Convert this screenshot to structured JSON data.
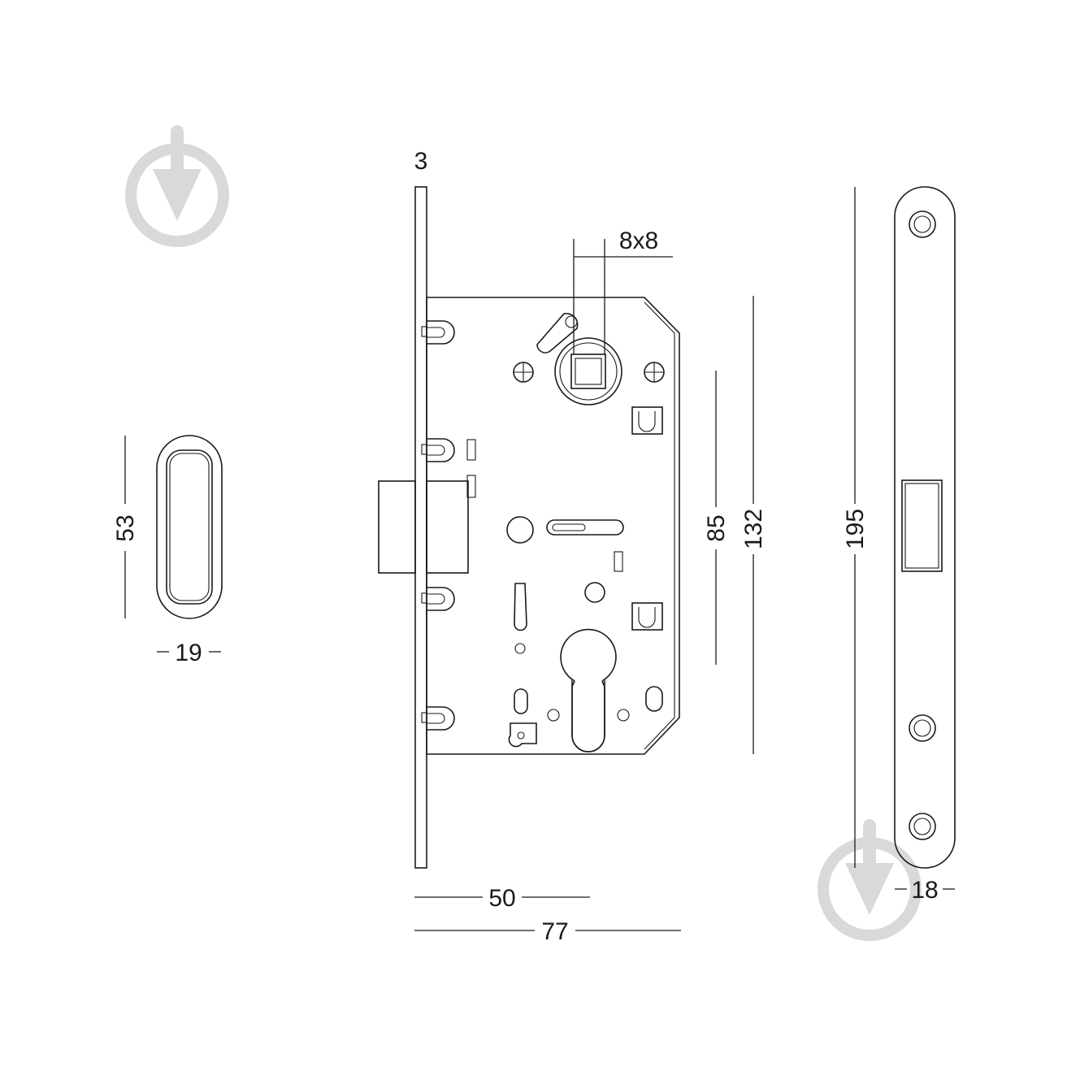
{
  "dimensions": {
    "faceplate_thickness": "3",
    "spindle": "8x8",
    "handle_height": "53",
    "handle_width": "19",
    "backset": "50",
    "body_depth": "77",
    "center_distance": "85",
    "body_height": "132",
    "strike_height": "195",
    "strike_width": "18"
  },
  "colors": {
    "line": "#1a1a1a",
    "watermark": "#d9d9d9",
    "background": "#ffffff"
  },
  "icons": {
    "watermark": "download-arrow-icon"
  }
}
